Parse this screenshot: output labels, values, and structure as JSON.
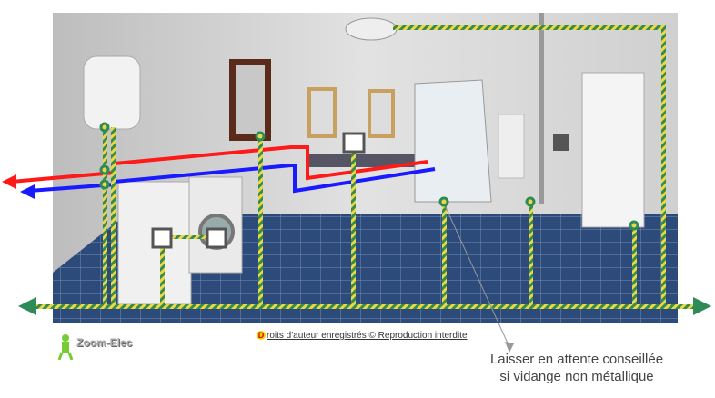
{
  "footer": {
    "copyright_initial": "D",
    "copyright_rest": "roits d'auteur enregistrés © Reproduction interdite",
    "logo_text": "Zoom-Elec"
  },
  "annotation": {
    "line1": "Laisser en attente conseillée",
    "line2": "si vidange non métallique"
  },
  "colors": {
    "hot_pipe": "#ff1a1a",
    "cold_pipe": "#1a1aff",
    "bonding_conductor": "#e8d84a/#2e8b57",
    "ground_arrow": "#2e8b57",
    "floor": "#2c4a7a",
    "wall": "#d8d8d8"
  }
}
